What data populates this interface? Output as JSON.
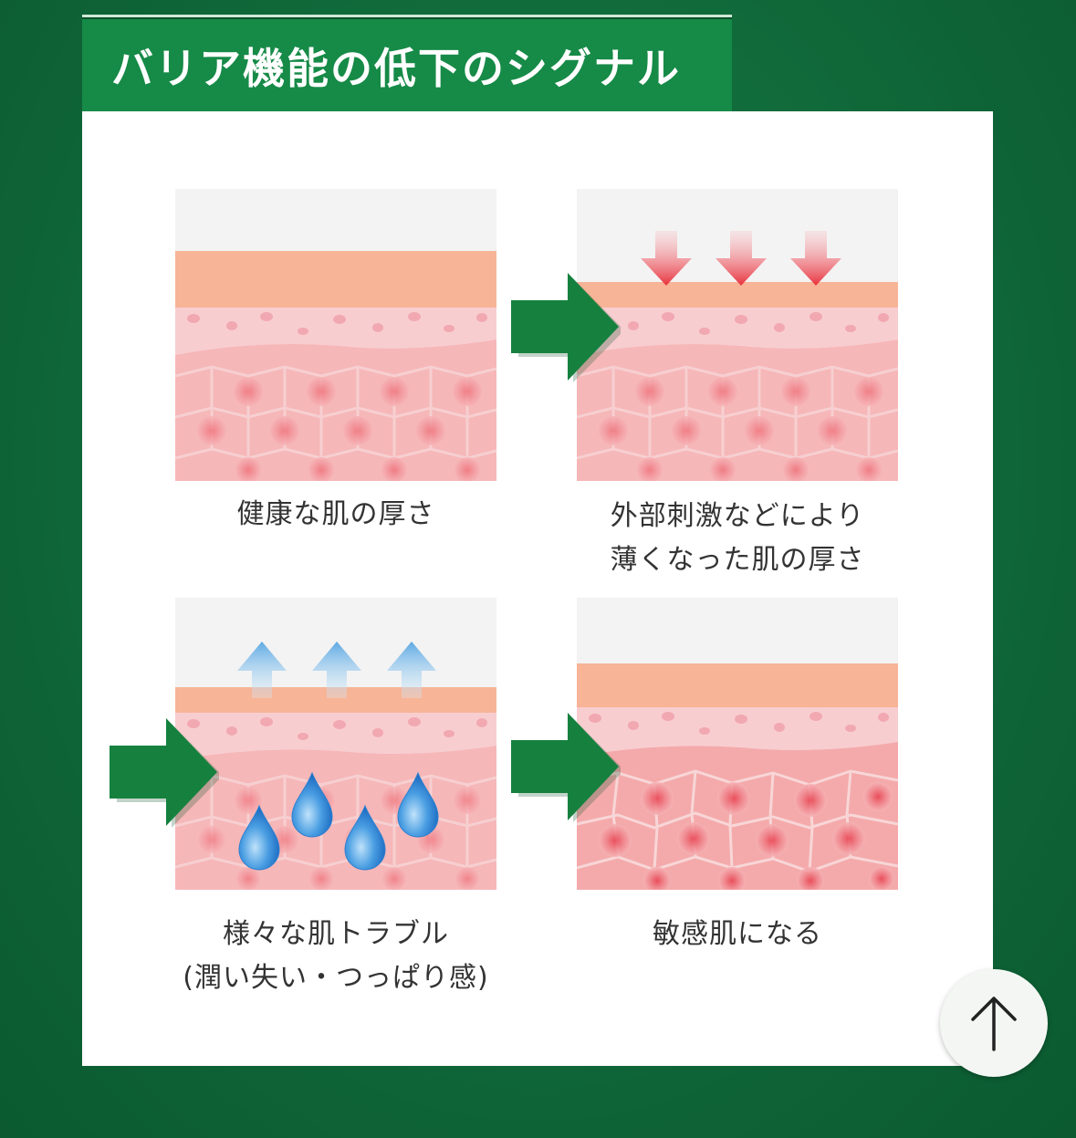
{
  "header": {
    "title": "バリア機能の低下のシグナル"
  },
  "panels": [
    {
      "caption": [
        "健康な肌の厚さ"
      ]
    },
    {
      "caption": [
        "外部刺激などにより",
        "薄くなった肌の厚さ"
      ]
    },
    {
      "caption": [
        "様々な肌トラブル",
        "(潤い失い・つっぱり感)"
      ]
    },
    {
      "caption": [
        "敏感肌になる"
      ]
    }
  ],
  "icons": {
    "scroll_top": "arrow-up-icon",
    "flow": "green-right-arrow-icon",
    "pressure": "red-down-arrow-icon",
    "evaporation": "blue-up-arrow-icon",
    "moisture": "water-drop-icon"
  },
  "colors": {
    "background": "#0f6a3a",
    "banner": "#168a47",
    "stratum_corneum": "#f7b497",
    "epidermis": "#f6c6c6",
    "cells": "#f29a9a",
    "flow_arrow": "#16813f",
    "pressure_arrow": "#e8323d",
    "evaporation_arrow": "#6fb3e6",
    "drop": "#3a8fd8"
  }
}
